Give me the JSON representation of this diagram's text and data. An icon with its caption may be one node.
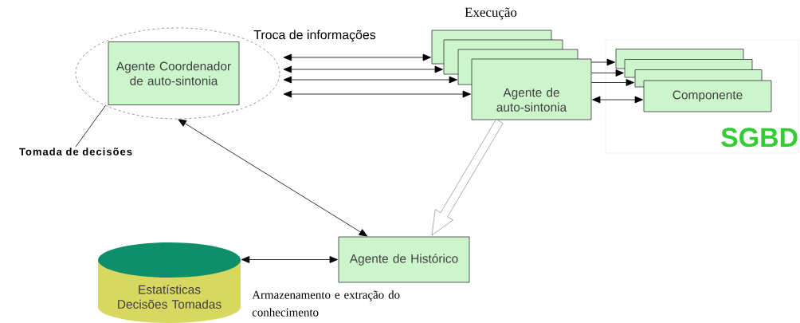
{
  "diagram": {
    "nodes": [
      {
        "text": [],
        "shape": "ellipse"
      },
      {
        "text": [
          "Agente Coordenador de auto-sintonia"
        ],
        "in": 0
      },
      {
        "text": [
          "Tomada de decisões"
        ]
      },
      {
        "text": [],
        "shape": "box"
      },
      {
        "text": [],
        "shape": "box"
      },
      {
        "text": [],
        "shape": "box"
      },
      {
        "text": [
          "Agente de auto-sintonia"
        ]
      },
      {
        "text": [
          "SGBD"
        ]
      },
      {
        "text": [],
        "shape": "box",
        "in": 7
      },
      {
        "text": [],
        "shape": "box",
        "in": 7
      },
      {
        "text": [],
        "shape": "box",
        "in": 7
      },
      {
        "text": [
          "Componente"
        ],
        "in": 7
      },
      {
        "text": [
          "Agente de Histórico"
        ]
      },
      {
        "text": [
          "Estatísticas Decisões Tomadas"
        ]
      }
    ],
    "edges": [
      {
        "from": 0,
        "to": 3,
        "arrow": "both"
      },
      {
        "from": 0,
        "to": 4,
        "arrow": "both"
      },
      {
        "from": 0,
        "to": 5,
        "arrow": "both"
      },
      {
        "from": 0,
        "to": 6,
        "arrow": "both"
      },
      {
        "from": 6,
        "to": 8,
        "arrow": "to"
      },
      {
        "from": 6,
        "to": 9,
        "arrow": "to"
      },
      {
        "from": 6,
        "to": 10,
        "arrow": "to"
      },
      {
        "from": 6,
        "to": 11,
        "arrow": "both"
      },
      {
        "from": 2,
        "to": 0,
        "arrow": "none"
      },
      {
        "from": 0,
        "to": 12,
        "arrow": "both"
      },
      {
        "from": 6,
        "to": 12,
        "arrow": "to",
        "style": "thick"
      },
      {
        "from": 13,
        "to": 12,
        "arrow": "both"
      }
    ],
    "labels": [
      "Troca de informações",
      "Execução",
      "Armazenamento e extração do conhecimento"
    ]
  }
}
